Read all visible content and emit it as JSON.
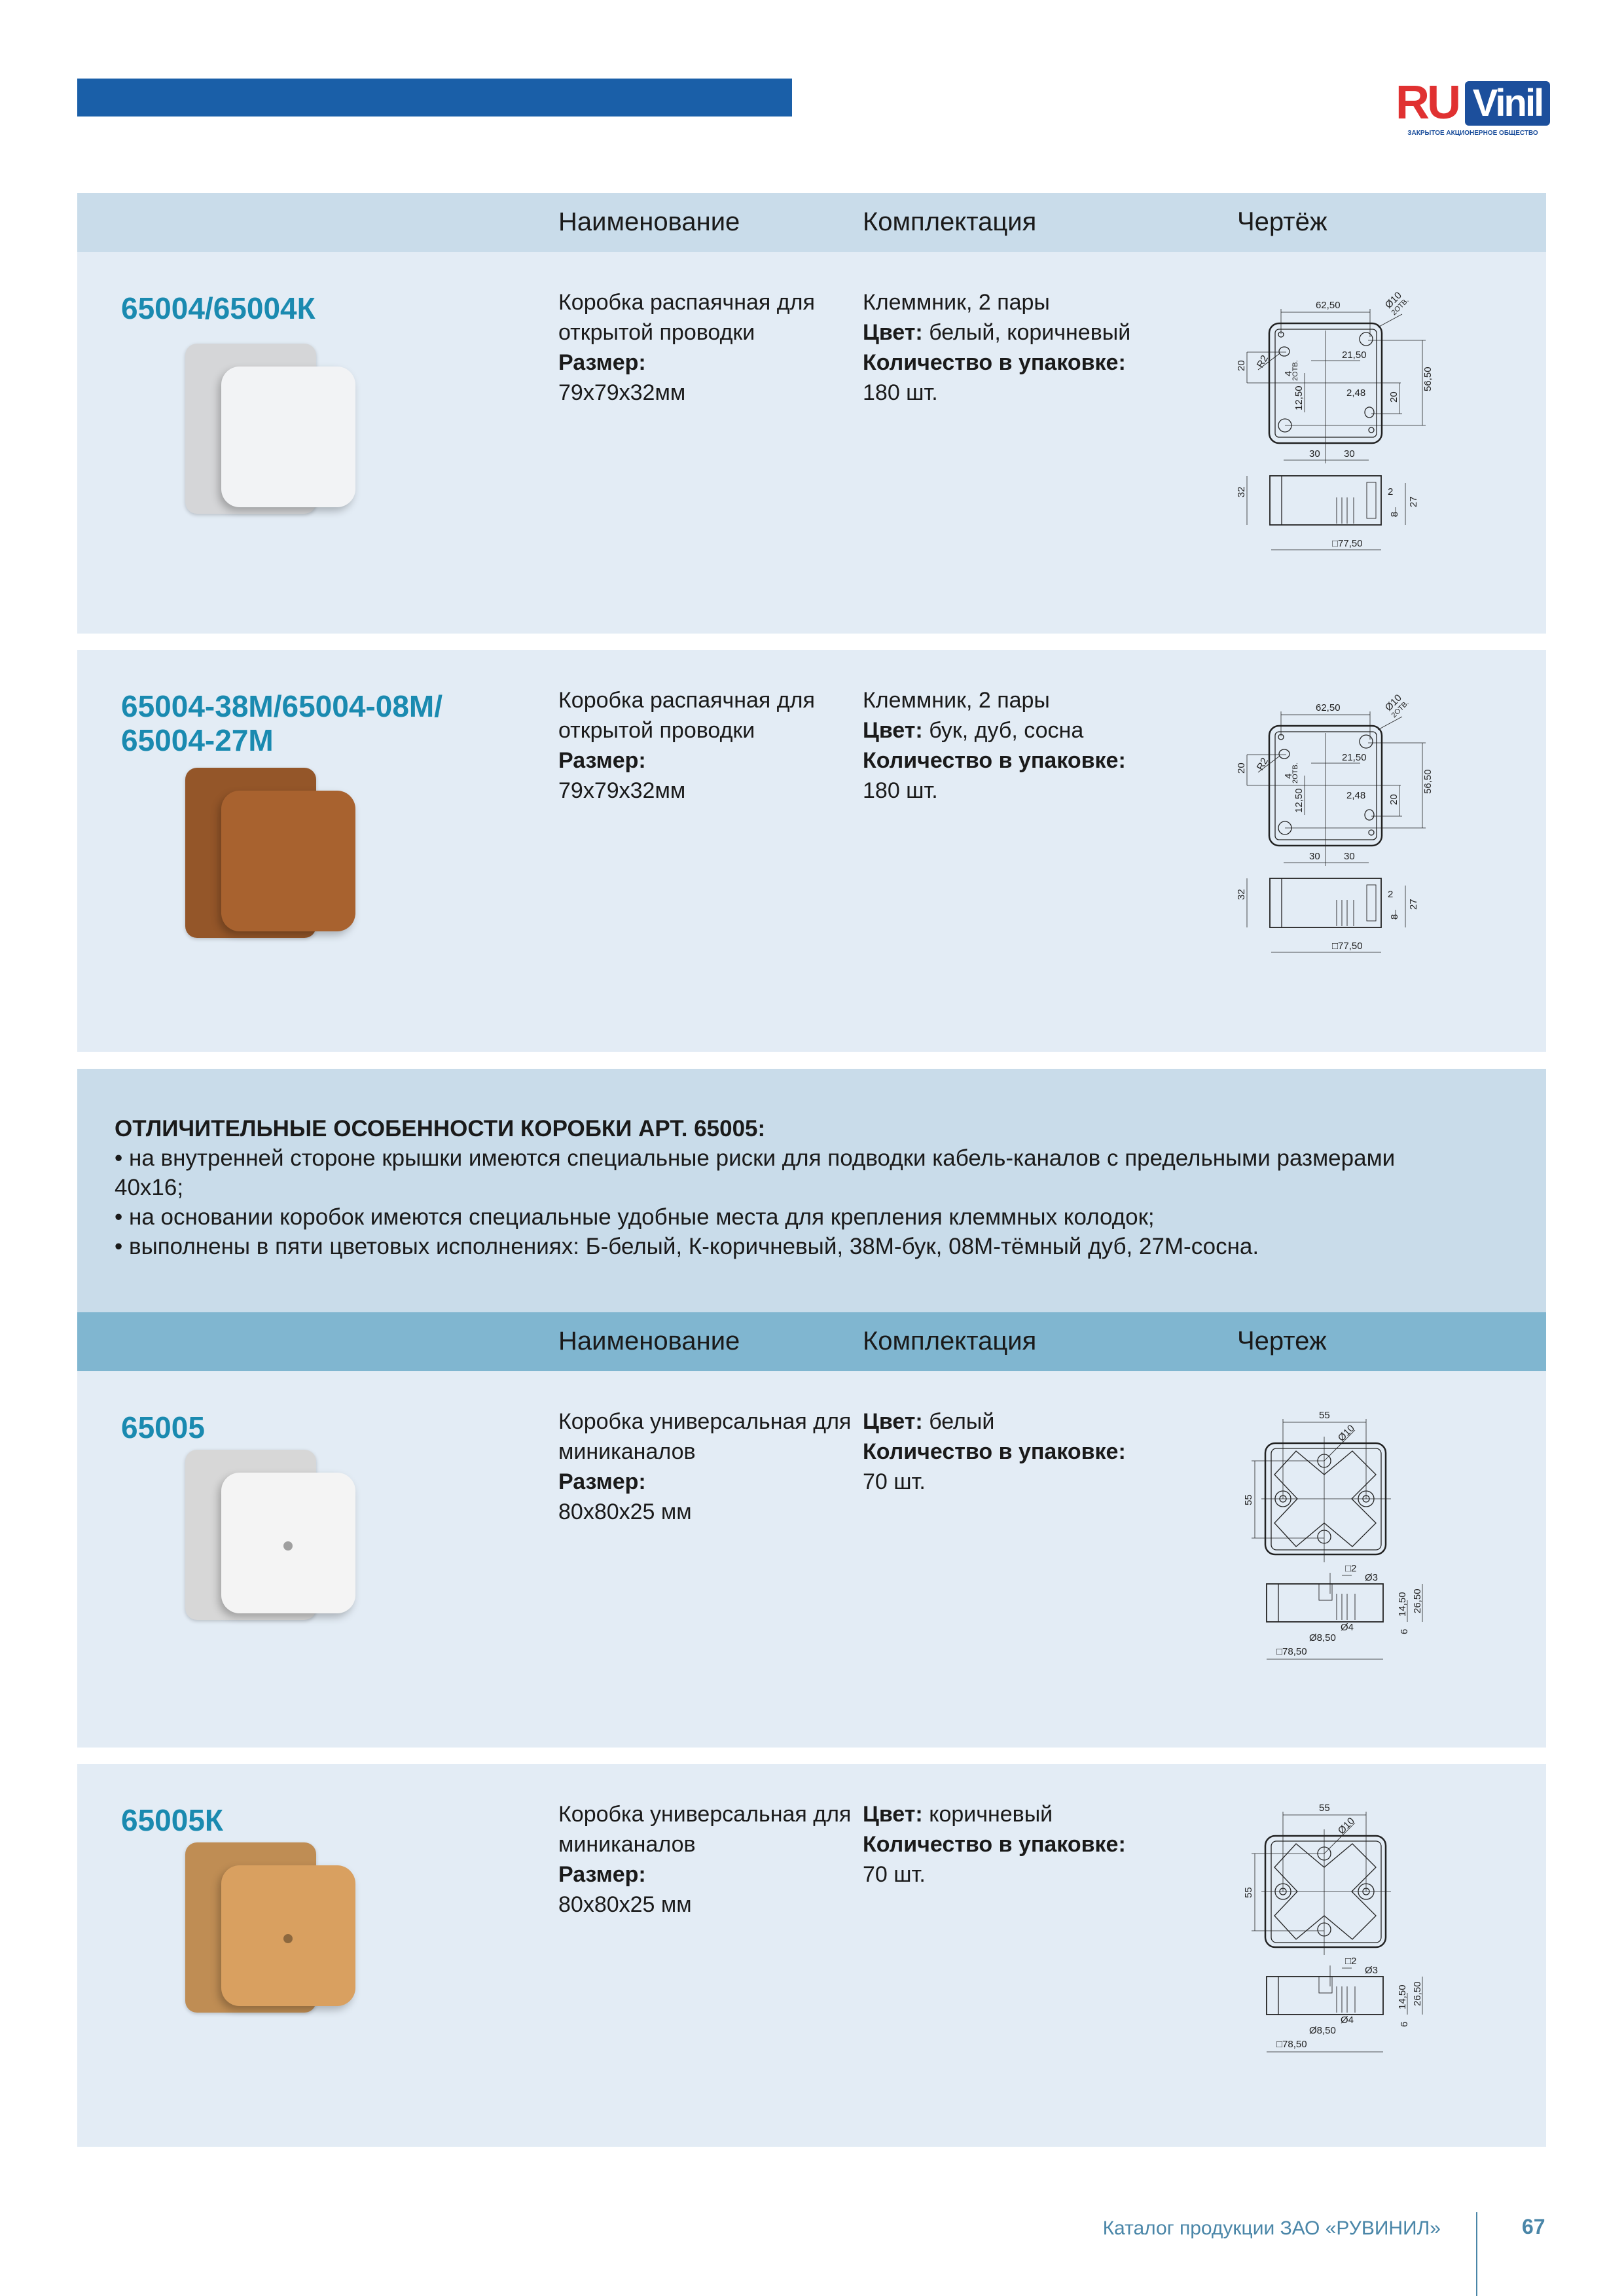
{
  "logo": {
    "ru": "RU",
    "vinil": "Vinil",
    "subtitle": "ЗАКРЫТОЕ АКЦИОНЕРНОЕ ОБЩЕСТВО"
  },
  "header1": {
    "name": "Наименование",
    "kit": "Комплектация",
    "drawing": "Чертёж"
  },
  "header2": {
    "name": "Наименование",
    "kit": "Комплектация",
    "drawing": "Чертеж"
  },
  "products": [
    {
      "code": "65004/65004К",
      "desc": "Коробка распаячная для открытой проводки",
      "size_label": "Размер:",
      "size": "79х79х32мм",
      "kit": "Клеммник, 2 пары",
      "color_label": "Цвет:",
      "color": "белый, коричневый",
      "qty_label": "Количество в упаковке:",
      "qty": "180 шт.",
      "body_color": "#f2f3f5",
      "drawing": {
        "w": "62,50",
        "hole": "Ø10",
        "hole_n": "2ОТВ.",
        "h": "56,50",
        "l20": "20",
        "r2": "R2",
        "four": "4",
        "four_n": "2ОТВ.",
        "d21": "21,50",
        "d12": "12,50",
        "d248": "2,48",
        "r20": "20",
        "a30": "30",
        "b30": "30",
        "s32": "32",
        "s27": "27",
        "s2": "2",
        "s8": "8",
        "s77": "□77,50"
      }
    },
    {
      "code": "65004-38М/65004-08М/ 65004-27М",
      "desc": "Коробка распаячная для открытой проводки",
      "size_label": "Размер:",
      "size": "79х79х32мм",
      "kit": "Клеммник, 2 пары",
      "color_label": "Цвет:",
      "color": "бук, дуб, сосна",
      "qty_label": "Количество в упаковке:",
      "qty": "180 шт.",
      "body_color": "#a8622f",
      "drawing": {
        "w": "62,50",
        "hole": "Ø10",
        "hole_n": "2ОТВ.",
        "h": "56,50",
        "l20": "20",
        "r2": "R2",
        "four": "4",
        "four_n": "2ОТВ.",
        "d21": "21,50",
        "d12": "12,50",
        "d248": "2,48",
        "r20": "20",
        "a30": "30",
        "b30": "30",
        "s32": "32",
        "s27": "27",
        "s2": "2",
        "s8": "8",
        "s77": "□77,50"
      }
    },
    {
      "code": "65005",
      "desc": "Коробка универсальная для миниканалов",
      "size_label": "Размер:",
      "size": "80х80х25 мм",
      "color_label": "Цвет:",
      "color": "белый",
      "qty_label": "Количество в упаковке:",
      "qty": "70 шт.",
      "body_color": "#f4f4f4",
      "drawing": {
        "w": "55",
        "hole": "Ø10",
        "h": "55",
        "sq2": "□2",
        "d3": "Ø3",
        "h26": "26,50",
        "h14": "14,50",
        "h6": "6",
        "d4": "Ø4",
        "d85": "Ø8,50",
        "w78": "□78,50"
      }
    },
    {
      "code": "65005К",
      "desc": "Коробка универсальная для миниканалов",
      "size_label": "Размер:",
      "size": "80х80х25 мм",
      "color_label": "Цвет:",
      "color": "коричневый",
      "qty_label": "Количество в упаковке:",
      "qty": "70 шт.",
      "body_color": "#d9a060",
      "drawing": {
        "w": "55",
        "hole": "Ø10",
        "h": "55",
        "sq2": "□2",
        "d3": "Ø3",
        "h26": "26,50",
        "h14": "14,50",
        "h6": "6",
        "d4": "Ø4",
        "d85": "Ø8,50",
        "w78": "□78,50"
      }
    }
  ],
  "features": {
    "title": "ОТЛИЧИТЕЛЬНЫЕ ОСОБЕННОСТИ КОРОБКИ АРТ. 65005:",
    "items": [
      "на внутренней стороне крышки имеются специальные риски для подводки кабель-каналов с предельными размерами 40х16;",
      "на основании коробок имеются специальные удобные места для крепления клеммных колодок;",
      "выполнены в пяти цветовых исполнениях: Б-белый, К-коричневый, 38М-бук, 08М-тёмный дуб, 27М-сосна."
    ]
  },
  "footer": {
    "catalog": "Каталог продукции ЗАО «РУВИНИЛ»",
    "page": "67"
  },
  "colors": {
    "accent_bar": "#1a5fa8",
    "code_text": "#1a8ab0",
    "header_bg": "#c9dcea",
    "header_dark_bg": "#80b6d0",
    "row_bg": "#e3ecf5"
  }
}
